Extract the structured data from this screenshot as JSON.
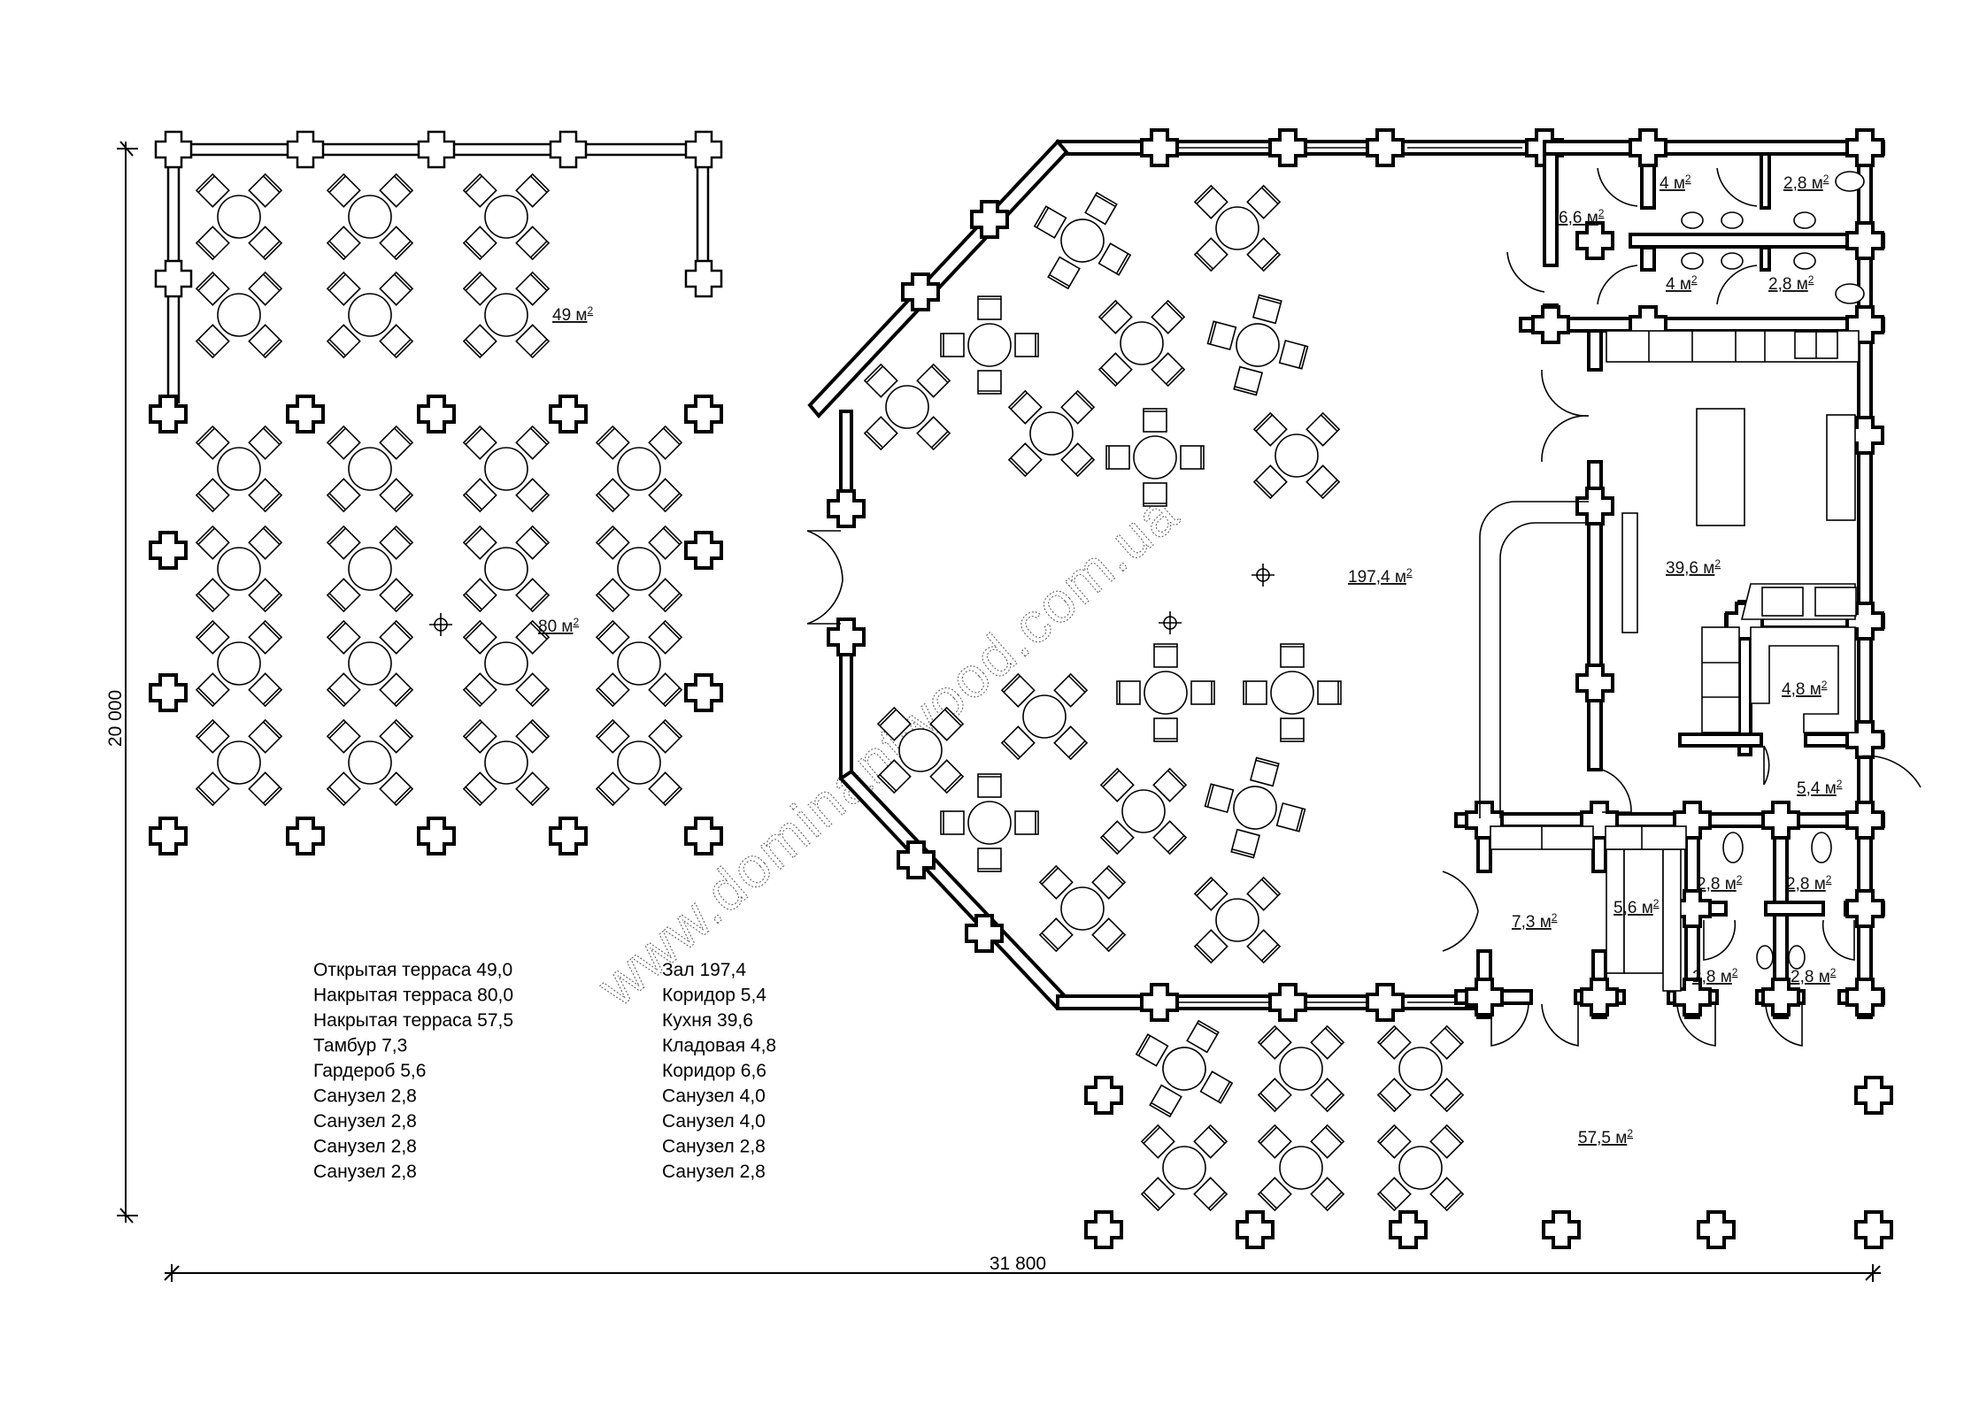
{
  "drawing": {
    "title": "Floor plan",
    "watermark": "www.dominantwood.com.ua"
  },
  "dimensions": {
    "overall_width": "31 800",
    "overall_depth": "20 000"
  },
  "room_labels": {
    "open_terrace": {
      "value": "49 м",
      "sup": "2"
    },
    "covered_terrace_left": {
      "value": "80 м",
      "sup": "2"
    },
    "hall": {
      "value": "197,4 м",
      "sup": "2"
    },
    "kitchen": {
      "value": "39,6 м",
      "sup": "2"
    },
    "pantry": {
      "value": "4,8 м",
      "sup": "2"
    },
    "corridor_kitchen": {
      "value": "5,4 м",
      "sup": "2"
    },
    "corridor_wc": {
      "value": "6,6 м",
      "sup": "2"
    },
    "wc_top_1": {
      "value": "4 м",
      "sup": "2"
    },
    "wc_top_2": {
      "value": "2,8 м",
      "sup": "2"
    },
    "wc_top_3": {
      "value": "4 м",
      "sup": "2"
    },
    "wc_top_4": {
      "value": "2,8 м",
      "sup": "2"
    },
    "vestibule": {
      "value": "7,3 м",
      "sup": "2"
    },
    "wardrobe": {
      "value": "5,6 м",
      "sup": "2"
    },
    "wc_bot_1": {
      "value": "2,8 м",
      "sup": "2"
    },
    "wc_bot_2": {
      "value": "2,8 м",
      "sup": "2"
    },
    "wc_bot_3": {
      "value": "2,8 м",
      "sup": "2"
    },
    "wc_bot_4": {
      "value": "2,8 м",
      "sup": "2"
    },
    "covered_terrace_front": {
      "value": "57,5 м",
      "sup": "2"
    }
  },
  "legend": {
    "left_column": [
      "Открытая терраса 49,0",
      "Накрытая терраса 80,0",
      "Накрытая терраса 57,5",
      "Тамбур 7,3",
      "Гардероб 5,6",
      "Санузел 2,8",
      "Санузел 2,8",
      "Санузел 2,8",
      "Санузел 2,8"
    ],
    "right_column": [
      "Зал 197,4",
      "Коридор 5,4",
      "Кухня 39,6",
      "Кладовая 4,8",
      "Коридор 6,6",
      "Санузел 4,0",
      "Санузел 4,0",
      "Санузел 2,8",
      "Санузел 2,8"
    ]
  },
  "colors": {
    "line": "#000000",
    "background": "#ffffff"
  }
}
